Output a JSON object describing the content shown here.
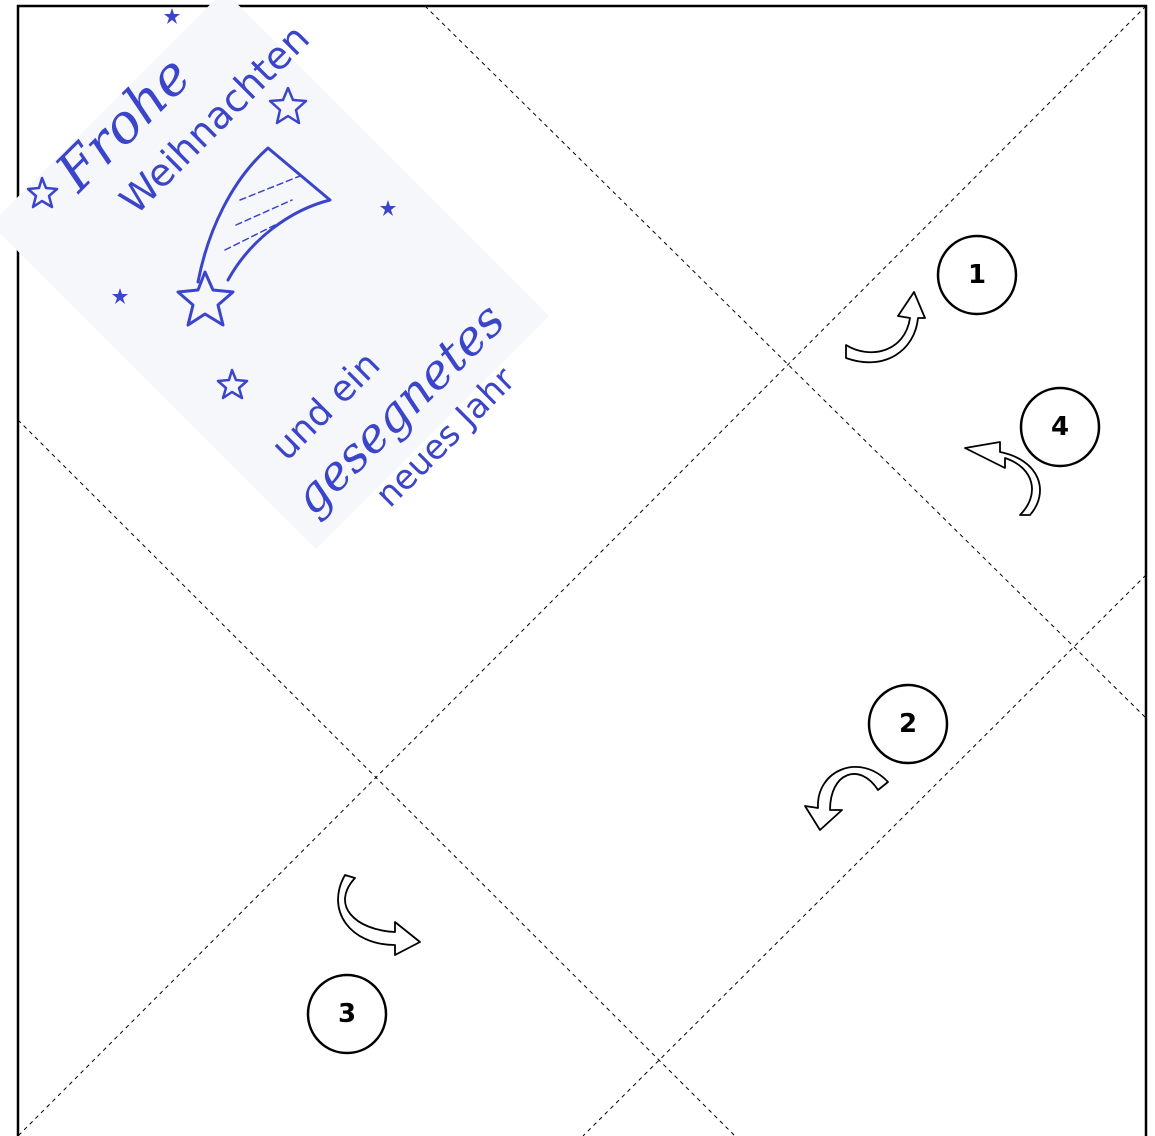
{
  "colors": {
    "stamp": "#3b45c9",
    "line": "#000000",
    "background": "#ffffff"
  },
  "stamp": {
    "line1": "Frohe",
    "line2": "Weihnachten",
    "line3": "und ein",
    "line4": "gesegnetes",
    "line5": "neues Jahr",
    "icon": "shooting-star-icon"
  },
  "steps": [
    {
      "label": "1",
      "icon": "curved-arrow-icon"
    },
    {
      "label": "2",
      "icon": "curved-arrow-icon"
    },
    {
      "label": "3",
      "icon": "curved-arrow-icon"
    },
    {
      "label": "4",
      "icon": "curved-arrow-icon"
    }
  ]
}
